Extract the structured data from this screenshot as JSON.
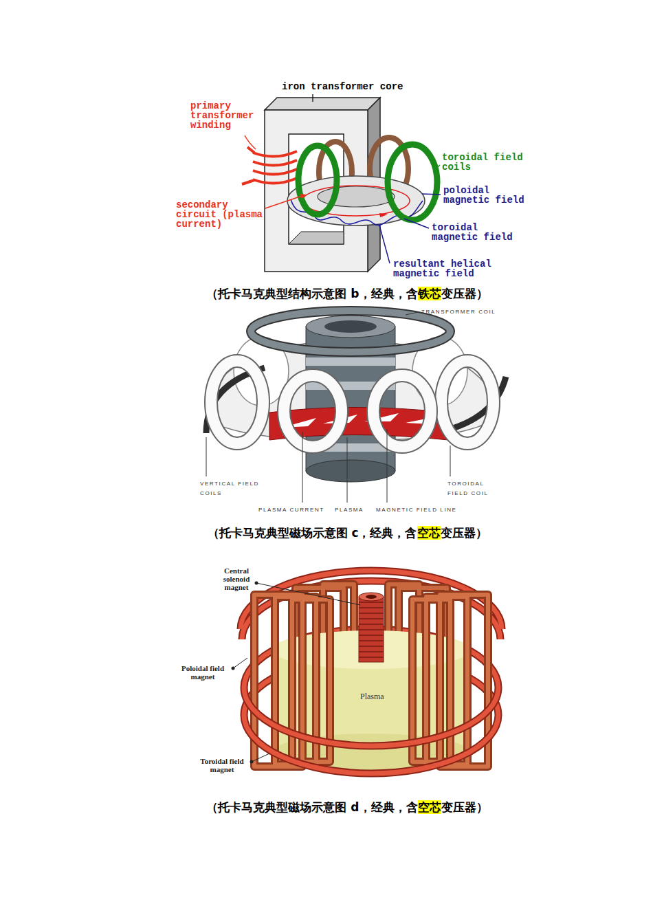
{
  "diagram": {
    "labels": [
      "iron transformer core",
      "primary transformer winding",
      "toroidal field coils",
      "poloidal magnetic field",
      "secondary circuit (plasma current)",
      "toroidal magnetic field",
      "resultant helical magnetic field",
      "（托卡马克典型结构示意图 b，经典，含",
      "铁芯",
      "变压器）",
      "TRANSFORMER COIL",
      "VERTICAL FIELD COILS",
      "TOROIDAL FIELD COIL",
      "PLASMA CURRENT",
      "PLASMA",
      "MAGNETIC FIELD LINE",
      "（托卡马克典型磁场示意图 c，经典，含",
      "空芯",
      "变压器）",
      "Central solenoid magnet",
      "Poloidal field magnet",
      "Plasma",
      "Toroidal field magnet",
      "（托卡马克典型磁场示意图 d，经典，含",
      "空芯",
      "变压器）"
    ]
  }
}
